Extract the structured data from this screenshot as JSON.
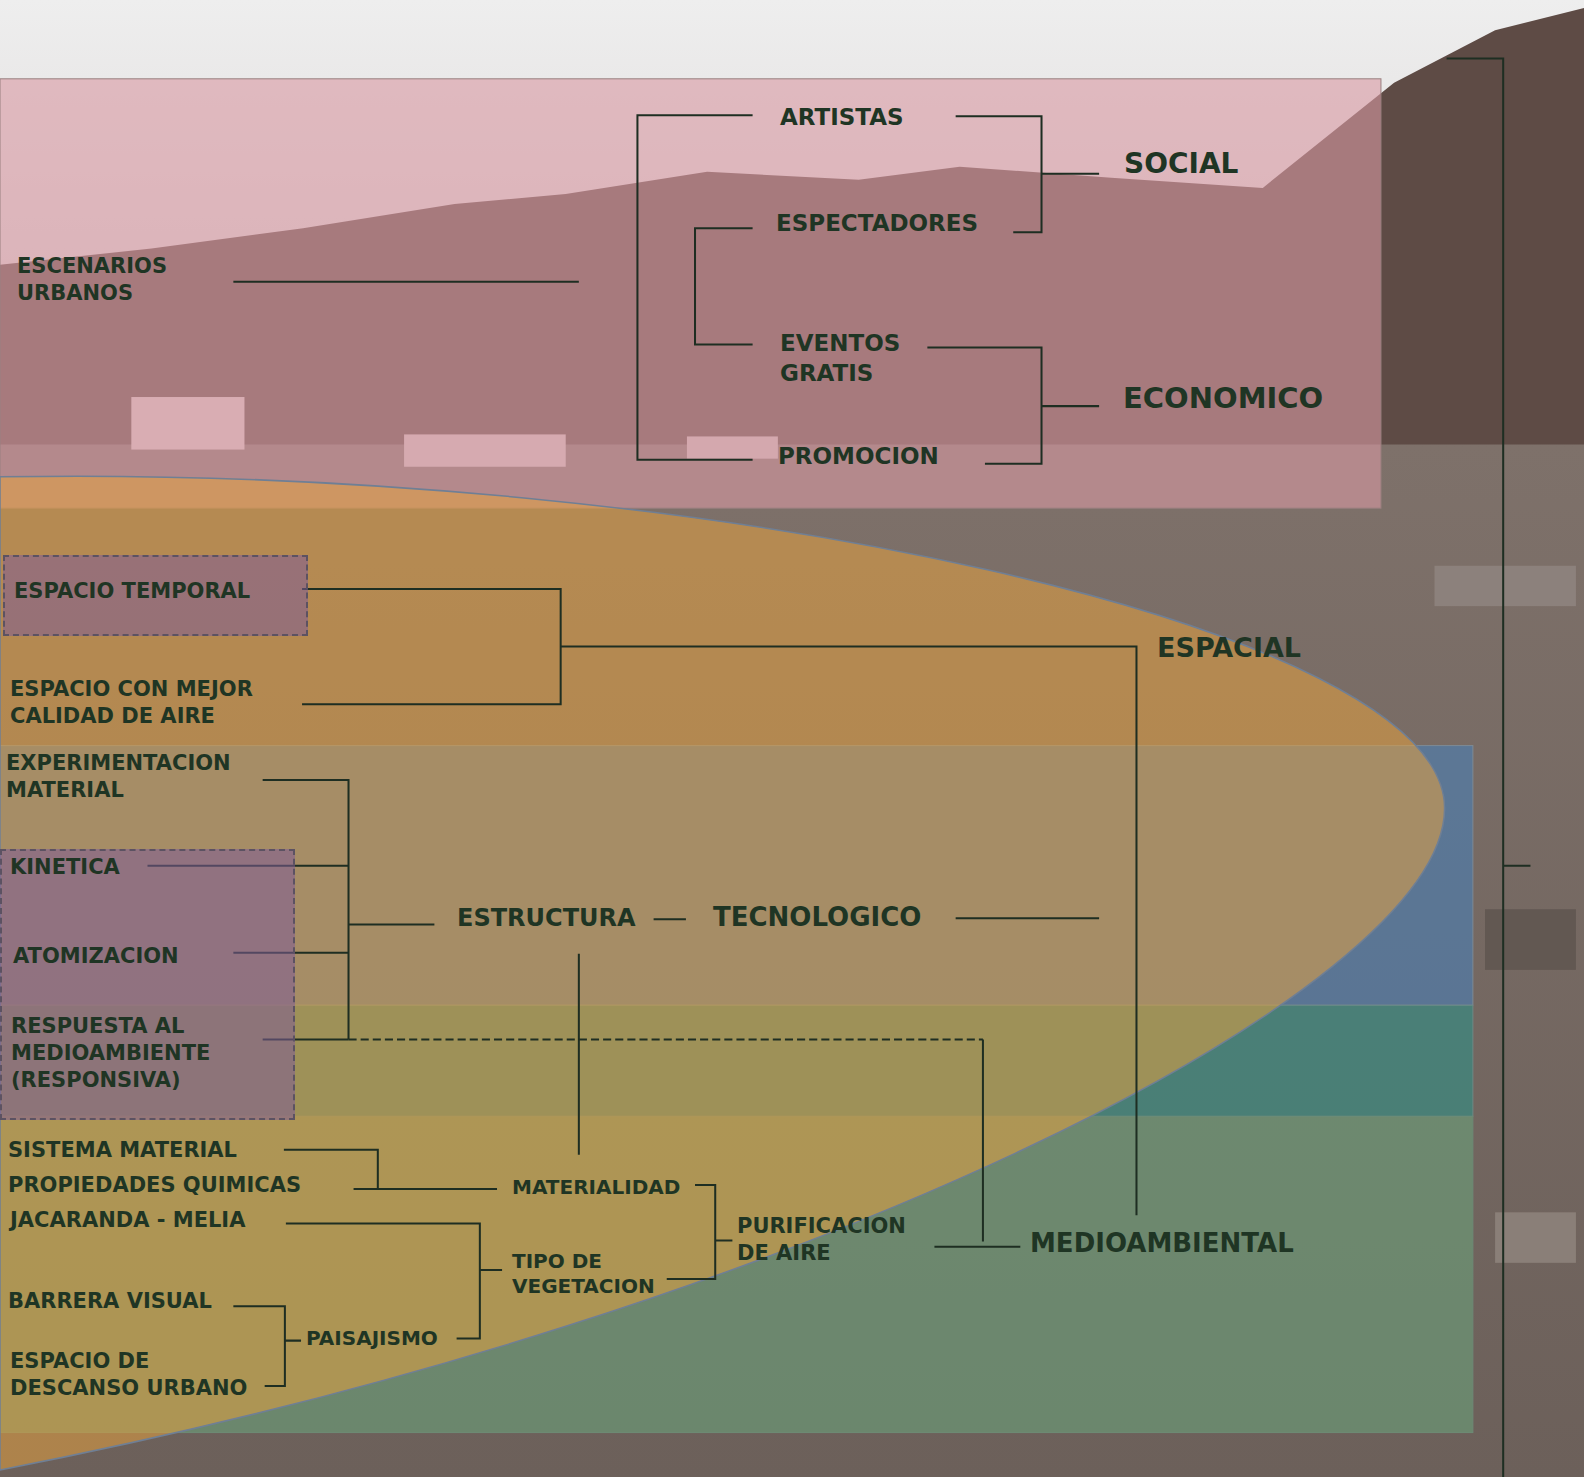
{
  "diagram": {
    "nodes": [
      {
        "text": [
          "ESPACIO TEMPORAL"
        ]
      },
      {
        "text": [
          "KINETICA",
          "ATOMIZACION",
          "RESPUESTA AL MEDIOAMBIENTE (RESPONSIVA)"
        ]
      }
    ],
    "labels": [
      "ARTISTAS",
      "SOCIAL",
      "ESPECTADORES",
      "ESCENARIOS URBANOS",
      "EVENTOS GRATIS",
      "ECONOMICO",
      "PROMOCION",
      "ESPACIAL",
      "ESPACIO CON MEJOR CALIDAD DE AIRE",
      "EXPERIMENTACION MATERIAL",
      "ESTRUCTURA",
      "TECNOLOGICO",
      "SISTEMA MATERIAL",
      "PROPIEDADES QUIMICAS",
      "MATERIALIDAD",
      "JACARANDA - MELIA",
      "PURIFICACION DE AIRE",
      "MEDIOAMBIENTAL",
      "TIPO DE VEGETACION",
      "BARRERA VISUAL",
      "PAISAJISMO",
      "ESPACIO DE DESCANSO URBANO"
    ]
  }
}
